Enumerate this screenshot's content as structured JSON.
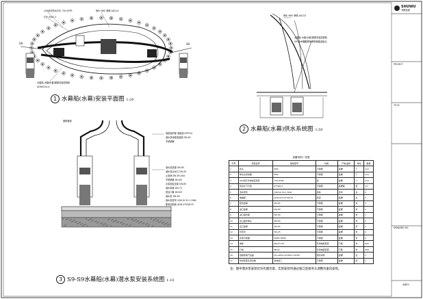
{
  "drawing1": {
    "number": "1",
    "caption": "水幕船(水幕)安装平面图",
    "scale": "1:20",
    "labels": {
      "top_left_1": "LED射灯防水灯头 T30-6TPR",
      "top_left_2": "灯头 JM02-3",
      "top_mid": "喷头 M60 喷嘴 AD224",
      "left": "S9",
      "right": "S9",
      "bottom": "水幕船 水幕(水幕)钢架安装控制柜",
      "bottom_note": "ADN0204-A"
    }
  },
  "drawing2": {
    "number": "2",
    "caption": "水幕船(水幕)供水系统图",
    "scale": "1:50",
    "labels": {
      "top": "喷头 M60 喷嘴 AD224",
      "right1": "水幕船 水幕(水幕)钢架安装控制柜",
      "right2": "S9-S9水幕船供水系统管路连接点"
    }
  },
  "drawing3": {
    "number": "3",
    "caption": "S9-S9水幕船(水幕)潜水泵安装系统图",
    "scale": "1:10",
    "top_label": "钢制管道",
    "upper_labels": [
      "电缆保护套 电缆线 KTP510",
      "潜水泵电缆连接线 DN-65",
      "不锈钢管"
    ],
    "lower_labels": [
      "潜水泵底座 DN-65",
      "潜水泵出水口 DN-40",
      "止回阀 DN-65-ASA",
      "不锈钢管 DN-65",
      "水泵固定支架 DN-65",
      "潜水泵管 DN-75",
      "进出口管 DN-65",
      "潜水泵 DN-65",
      "潜水泵型号 QDX10-30-1.5KW",
      "配电控制柜 ADN-4TSS/B.5F"
    ]
  },
  "table": {
    "title": "设备材料一览表",
    "headers": [
      "序号",
      "项目名称",
      "规格型号",
      "材质",
      "产地/品牌",
      "单位",
      "数量"
    ],
    "rows": [
      [
        "1",
        "喷头",
        "M60",
        "不锈钢",
        "鑫耀",
        "个",
        "112"
      ],
      [
        "2",
        "单头台喷射器",
        "M60",
        "不锈钢",
        "鑫耀",
        "个",
        "112"
      ],
      [
        "3",
        "LED射灯光电感应控件",
        "T30-6TPR",
        "铝",
        "鑫耀",
        "个",
        "112"
      ],
      [
        "4",
        "喷泉水下灯线",
        "JF7082-0",
        "不锈钢",
        "鑫耀等",
        "套",
        "14"
      ],
      [
        "5",
        "潜水泵管",
        "QDX10-30-1.5KW",
        "铸铁",
        "宝丰",
        "台",
        "2"
      ],
      [
        "6",
        "电磁阀",
        "ADN-0CT-DT5/B.5F",
        "铸铝",
        "鑫耀",
        "台",
        "2"
      ],
      [
        "7",
        "配管盘串",
        "DN-65",
        "不锈钢",
        "鑫耀",
        "米",
        "2"
      ],
      [
        "8",
        "进口盘串",
        "DN-80",
        "不锈钢",
        "鑫耀",
        "米",
        "2"
      ],
      [
        "9",
        "进口盘管串",
        "DN-80",
        "不锈钢",
        "鑫耀",
        "米",
        "1"
      ],
      [
        "10",
        "出口盘管串头",
        "DN-80",
        "不锈钢",
        "鑫耀",
        "米",
        "2"
      ],
      [
        "11",
        "出口盘串",
        "DN-65",
        "不锈钢",
        "鑫耀",
        "米",
        "2"
      ],
      [
        "12",
        "均压管",
        "DN-25",
        "不锈钢",
        "鑫耀",
        "米",
        "2"
      ],
      [
        "13",
        "水泵平衡器",
        "DN65-DN90",
        "不锈钢",
        "鑫耀",
        "米",
        "2"
      ],
      [
        "14",
        "电缆",
        "ZRYJV-2X1",
        "专用电缆套装",
        "万能",
        "米",
        "400"
      ],
      [
        "15",
        "灯线",
        "ZRYJV",
        "专用电缆套装",
        "万能",
        "米",
        "400"
      ],
      [
        "16",
        "控制柜电气设备",
        "DG-ADN1-AC380V-10LED",
        "钢及材料",
        "鑫耀",
        "台",
        "1"
      ],
      [
        "17",
        "管线安装及调试等",
        "具体施工",
        "不锈钢",
        "鑫耀",
        "项",
        "1"
      ]
    ],
    "note": "注：图中潜水泵安装仅为作图示意，实际安装时通过留口连接弯头调整为垂向安装。"
  },
  "title_block": {
    "company": "SHUWU",
    "company_cn": "书屋景观",
    "sections": [
      "PROJECT",
      "TITLE",
      "DRAWING NO."
    ],
    "bottom": "水景01"
  }
}
